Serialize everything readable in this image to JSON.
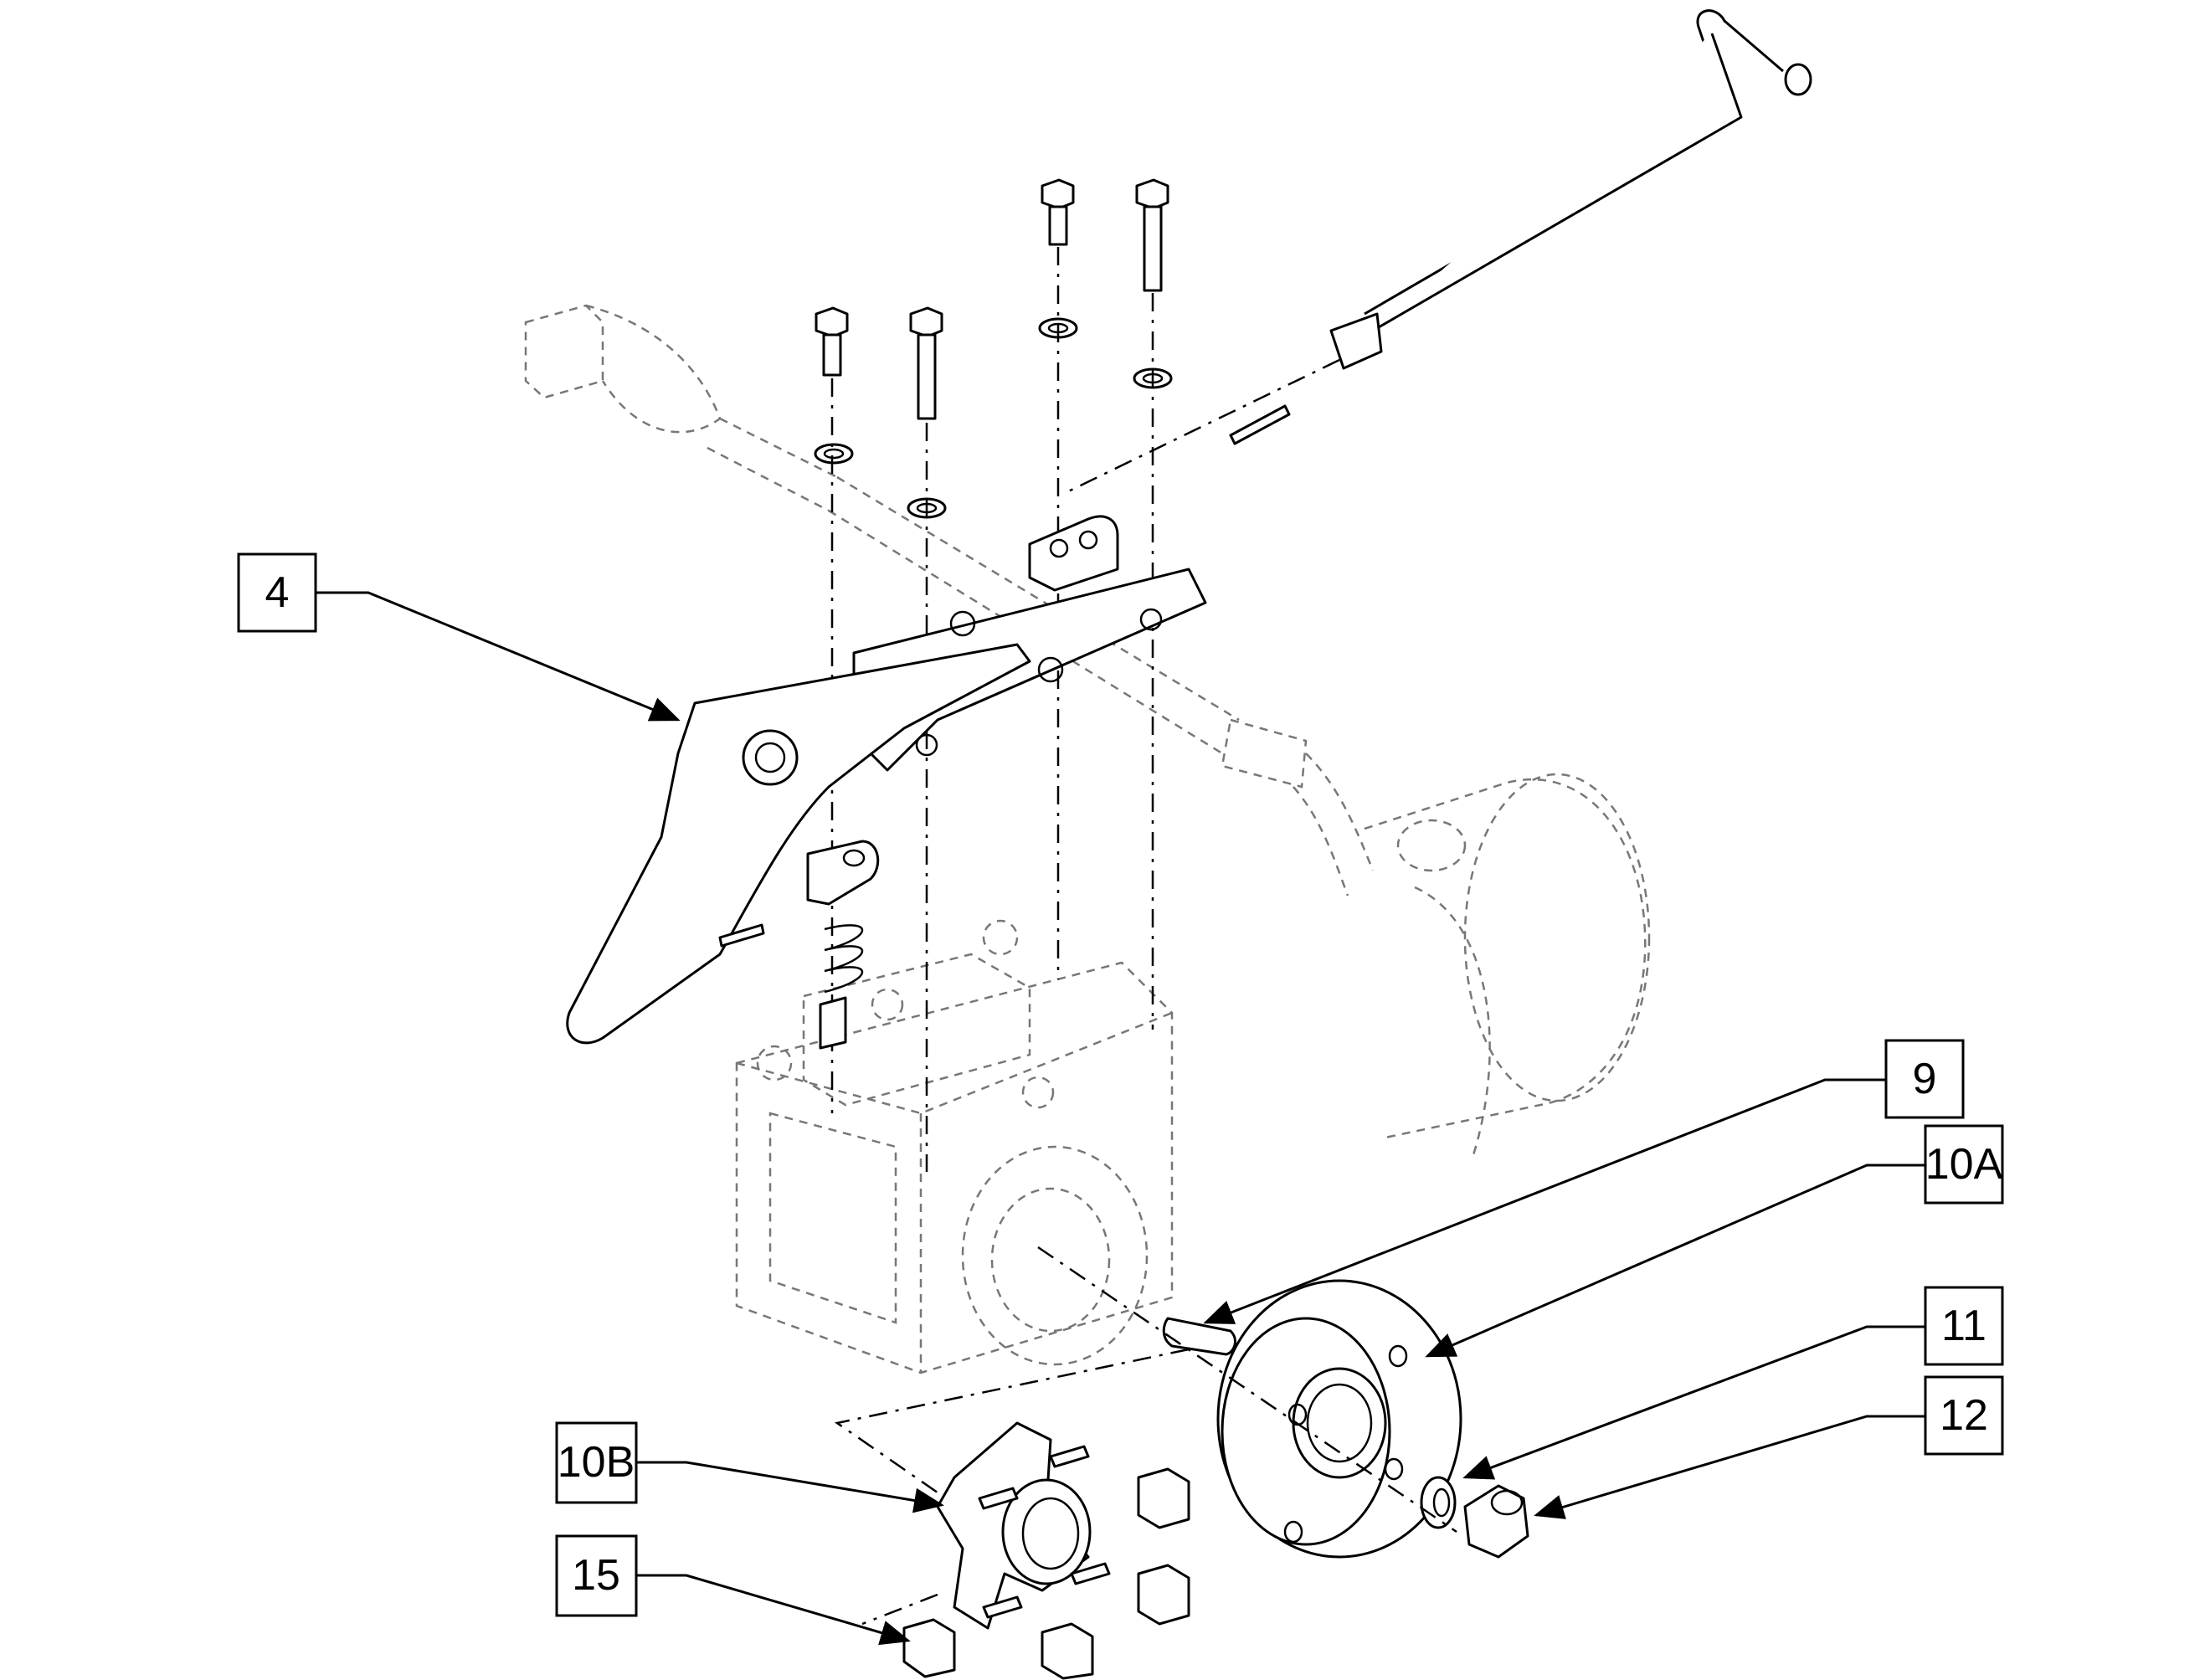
{
  "callouts": [
    {
      "id": "4",
      "label": "4"
    },
    {
      "id": "9",
      "label": "9"
    },
    {
      "id": "10A",
      "label": "10A"
    },
    {
      "id": "11",
      "label": "11"
    },
    {
      "id": "12",
      "label": "12"
    },
    {
      "id": "10B",
      "label": "10B"
    },
    {
      "id": "15",
      "label": "15"
    }
  ]
}
